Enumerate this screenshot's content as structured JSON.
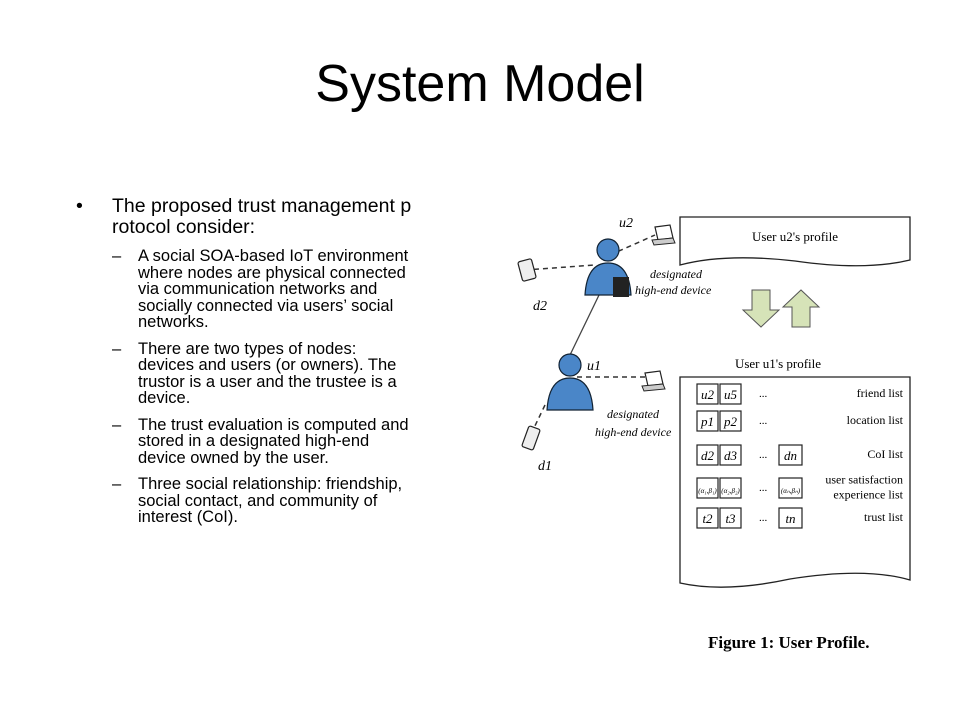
{
  "slide": {
    "title": "System Model",
    "bullet": "The proposed trust management p\nrotocol consider:",
    "subbullets": [
      "A social SOA-based IoT environment\nwhere nodes are physical connected\nvia communication networks and\nsocially connected via users’ social\nnetworks.",
      "There are two types of nodes:\ndevices and users (or owners). The\ntrustor is a user and the trustee is a\ndevice.",
      "The trust evaluation is computed and\nstored in a designated high-end\ndevice owned by the user.",
      "Three social relationship: friendship,\nsocial contact, and community of\ninterest (CoI)."
    ]
  },
  "figure": {
    "caption": "Figure 1: User Profile.",
    "u2_label": "u2",
    "u1_label": "u1",
    "d2_label": "d2",
    "d1_label": "d1",
    "device_label_1": "designated",
    "device_label_2": "high-end device",
    "u2_profile": "User u2's profile",
    "u1_profile": "User u1's profile",
    "rows": [
      {
        "cells": [
          "u2",
          "u5"
        ],
        "dots": "...",
        "end": "",
        "label": "friend list"
      },
      {
        "cells": [
          "p1",
          "p2"
        ],
        "dots": "...",
        "end": "",
        "label": "location list"
      },
      {
        "cells": [
          "d2",
          "d3"
        ],
        "dots": "...",
        "end": "dn",
        "label": "CoI list"
      },
      {
        "cells": [
          "(α₁,β₁)",
          "(α₂,β₂)"
        ],
        "dots": "...",
        "end": "(αₙ,βₙ)",
        "label": "user satisfaction\nexperience list"
      },
      {
        "cells": [
          "t2",
          "t3"
        ],
        "dots": "...",
        "end": "tn",
        "label": "trust list"
      }
    ]
  }
}
